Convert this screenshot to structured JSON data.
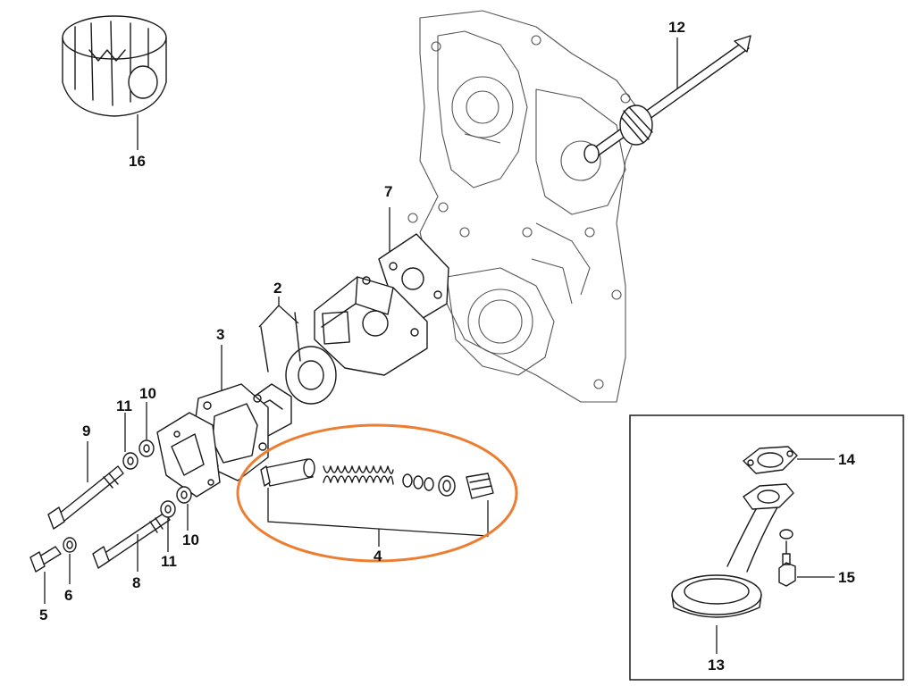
{
  "diagram": {
    "type": "exploded-parts-diagram",
    "highlight_color": "#ed7d31",
    "line_color": "#1a1a1a",
    "background": "#ffffff",
    "parts": {
      "p1": "2",
      "p2": "3",
      "p3": "4",
      "p4": "5",
      "p5": "6",
      "p6": "7",
      "p7": "8",
      "p8": "9",
      "p9": "10",
      "p10": "10",
      "p11": "11",
      "p12": "11",
      "p13": "12",
      "p14": "13",
      "p15": "14",
      "p16": "15",
      "p17": "16"
    }
  }
}
